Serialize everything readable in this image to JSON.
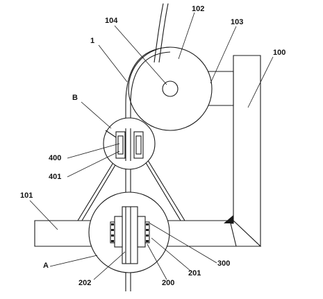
{
  "labels": {
    "l_1": "1",
    "l_100": "100",
    "l_101": "101",
    "l_102": "102",
    "l_103": "103",
    "l_104": "104",
    "l_200": "200",
    "l_201": "201",
    "l_202": "202",
    "l_300": "300",
    "l_400": "400",
    "l_401": "401",
    "l_A": "A",
    "l_B": "B"
  }
}
